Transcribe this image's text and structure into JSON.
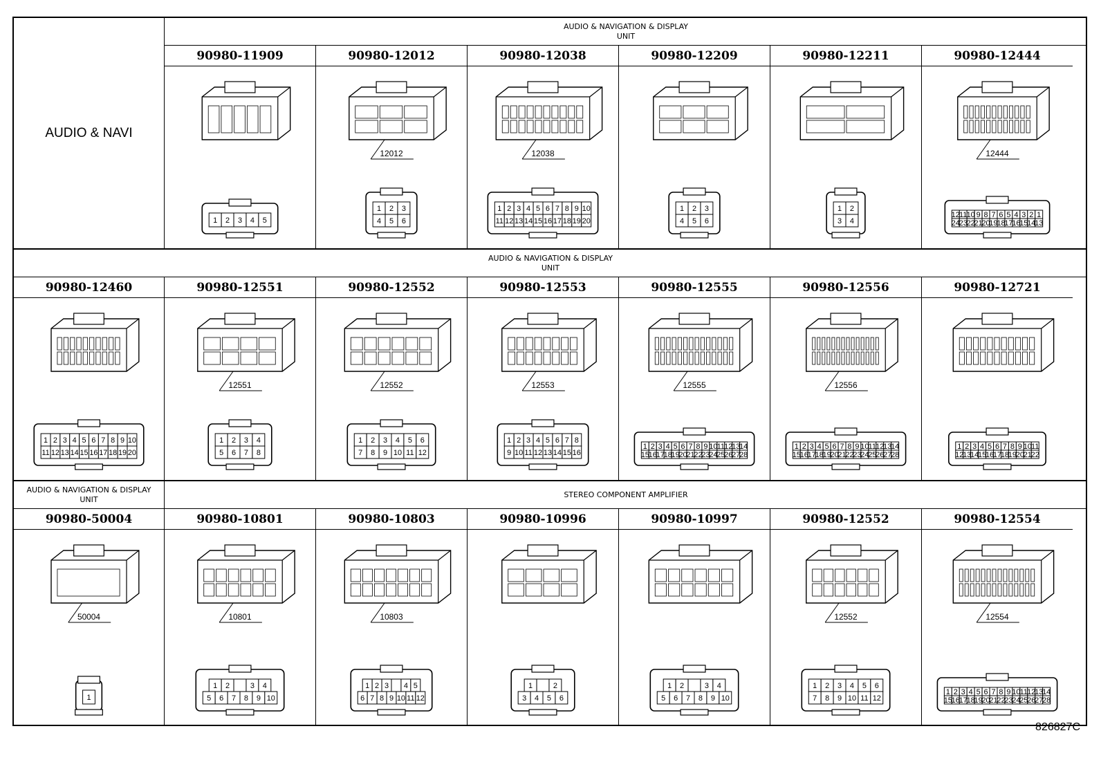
{
  "row1": {
    "side_label": "AUDIO & NAVI",
    "group_label": [
      "AUDIO & NAVIGATION & DISPLAY",
      "UNIT"
    ],
    "connectors": [
      {
        "part": "90980-11909",
        "tag": "",
        "pins": [
          [
            "1",
            "2",
            "3",
            "4",
            "5"
          ]
        ]
      },
      {
        "part": "90980-12012",
        "tag": "12012",
        "pins": [
          [
            "1",
            "2",
            "3"
          ],
          [
            "4",
            "5",
            "6"
          ]
        ]
      },
      {
        "part": "90980-12038",
        "tag": "12038",
        "pins": [
          [
            "1",
            "2",
            "3",
            "4",
            "5",
            "6",
            "7",
            "8",
            "9",
            "10"
          ],
          [
            "11",
            "12",
            "13",
            "14",
            "15",
            "16",
            "17",
            "18",
            "19",
            "20"
          ]
        ]
      },
      {
        "part": "90980-12209",
        "tag": "",
        "pins": [
          [
            "1",
            "2",
            "3"
          ],
          [
            "4",
            "5",
            "6"
          ]
        ]
      },
      {
        "part": "90980-12211",
        "tag": "",
        "pins": [
          [
            "1",
            "2"
          ],
          [
            "3",
            "4"
          ]
        ]
      },
      {
        "part": "90980-12444",
        "tag": "12444",
        "pins": [
          [
            "12",
            "11",
            "10",
            "9",
            "8",
            "7",
            "6",
            "5",
            "4",
            "3",
            "2",
            "1"
          ],
          [
            "24",
            "23",
            "22",
            "21",
            "20",
            "19",
            "18",
            "17",
            "16",
            "15",
            "14",
            "13"
          ]
        ]
      }
    ]
  },
  "row2": {
    "group_label": [
      "AUDIO & NAVIGATION & DISPLAY",
      "UNIT"
    ],
    "connectors": [
      {
        "part": "90980-12460",
        "tag": "",
        "pins": [
          [
            "1",
            "2",
            "3",
            "4",
            "5",
            "6",
            "7",
            "8",
            "9",
            "10"
          ],
          [
            "11",
            "12",
            "13",
            "14",
            "15",
            "16",
            "17",
            "18",
            "19",
            "20"
          ]
        ]
      },
      {
        "part": "90980-12551",
        "tag": "12551",
        "pins": [
          [
            "1",
            "2",
            "3",
            "4"
          ],
          [
            "5",
            "6",
            "7",
            "8"
          ]
        ]
      },
      {
        "part": "90980-12552",
        "tag": "12552",
        "pins": [
          [
            "1",
            "2",
            "3",
            "4",
            "5",
            "6"
          ],
          [
            "7",
            "8",
            "9",
            "10",
            "11",
            "12"
          ]
        ]
      },
      {
        "part": "90980-12553",
        "tag": "12553",
        "pins": [
          [
            "1",
            "2",
            "3",
            "4",
            "5",
            "6",
            "7",
            "8"
          ],
          [
            "9",
            "10",
            "11",
            "12",
            "13",
            "14",
            "15",
            "16"
          ]
        ]
      },
      {
        "part": "90980-12555",
        "tag": "12555",
        "pins": [
          [
            "1",
            "2",
            "3",
            "4",
            "5",
            "6",
            "7",
            "8",
            "9",
            "10",
            "11",
            "12",
            "13",
            "14"
          ],
          [
            "15",
            "16",
            "17",
            "18",
            "19",
            "20",
            "21",
            "22",
            "23",
            "24",
            "25",
            "26",
            "27",
            "28"
          ]
        ]
      },
      {
        "part": "90980-12556",
        "tag": "12556",
        "pins": [
          [
            "1",
            "2",
            "3",
            "4",
            "5",
            "6",
            "7",
            "8",
            "9",
            "10",
            "11",
            "12",
            "13",
            "14"
          ],
          [
            "15",
            "16",
            "17",
            "18",
            "19",
            "20",
            "21",
            "22",
            "23",
            "24",
            "25",
            "26",
            "27",
            "28"
          ]
        ]
      },
      {
        "part": "90980-12721",
        "tag": "",
        "pins": [
          [
            "1",
            "2",
            "3",
            "4",
            "5",
            "6",
            "7",
            "8",
            "9",
            "10",
            "11"
          ],
          [
            "12",
            "13",
            "14",
            "15",
            "16",
            "17",
            "18",
            "19",
            "20",
            "21",
            "22"
          ]
        ]
      }
    ]
  },
  "row3": {
    "first_group_label": [
      "AUDIO & NAVIGATION & DISPLAY",
      "UNIT"
    ],
    "group_label": [
      "STEREO COMPONENT AMPLIFIER"
    ],
    "connectors": [
      {
        "part": "90980-50004",
        "tag": "50004",
        "pins": [
          [
            "1"
          ]
        ]
      },
      {
        "part": "90980-10801",
        "tag": "10801",
        "pins": [
          [
            "1",
            "2",
            "",
            "3",
            "4"
          ],
          [
            "5",
            "6",
            "7",
            "8",
            "9",
            "10"
          ]
        ]
      },
      {
        "part": "90980-10803",
        "tag": "10803",
        "pins": [
          [
            "1",
            "2",
            "3",
            "",
            "4",
            "5"
          ],
          [
            "6",
            "7",
            "8",
            "9",
            "10",
            "11",
            "12"
          ]
        ]
      },
      {
        "part": "90980-10996",
        "tag": "",
        "pins": [
          [
            "1",
            "",
            "2"
          ],
          [
            "3",
            "4",
            "5",
            "6"
          ]
        ]
      },
      {
        "part": "90980-10997",
        "tag": "",
        "pins": [
          [
            "1",
            "2",
            "",
            "3",
            "4"
          ],
          [
            "5",
            "6",
            "7",
            "8",
            "9",
            "10"
          ]
        ]
      },
      {
        "part": "90980-12552",
        "tag": "12552",
        "pins": [
          [
            "1",
            "2",
            "3",
            "4",
            "5",
            "6"
          ],
          [
            "7",
            "8",
            "9",
            "10",
            "11",
            "12"
          ]
        ]
      },
      {
        "part": "90980-12554",
        "tag": "12554",
        "pins": [
          [
            "1",
            "2",
            "3",
            "4",
            "5",
            "6",
            "7",
            "8",
            "9",
            "10",
            "11",
            "12",
            "13",
            "14"
          ],
          [
            "15",
            "16",
            "17",
            "18",
            "19",
            "20",
            "21",
            "22",
            "23",
            "24",
            "25",
            "26",
            "27",
            "28"
          ]
        ]
      }
    ]
  },
  "diagram_code": "826827C"
}
